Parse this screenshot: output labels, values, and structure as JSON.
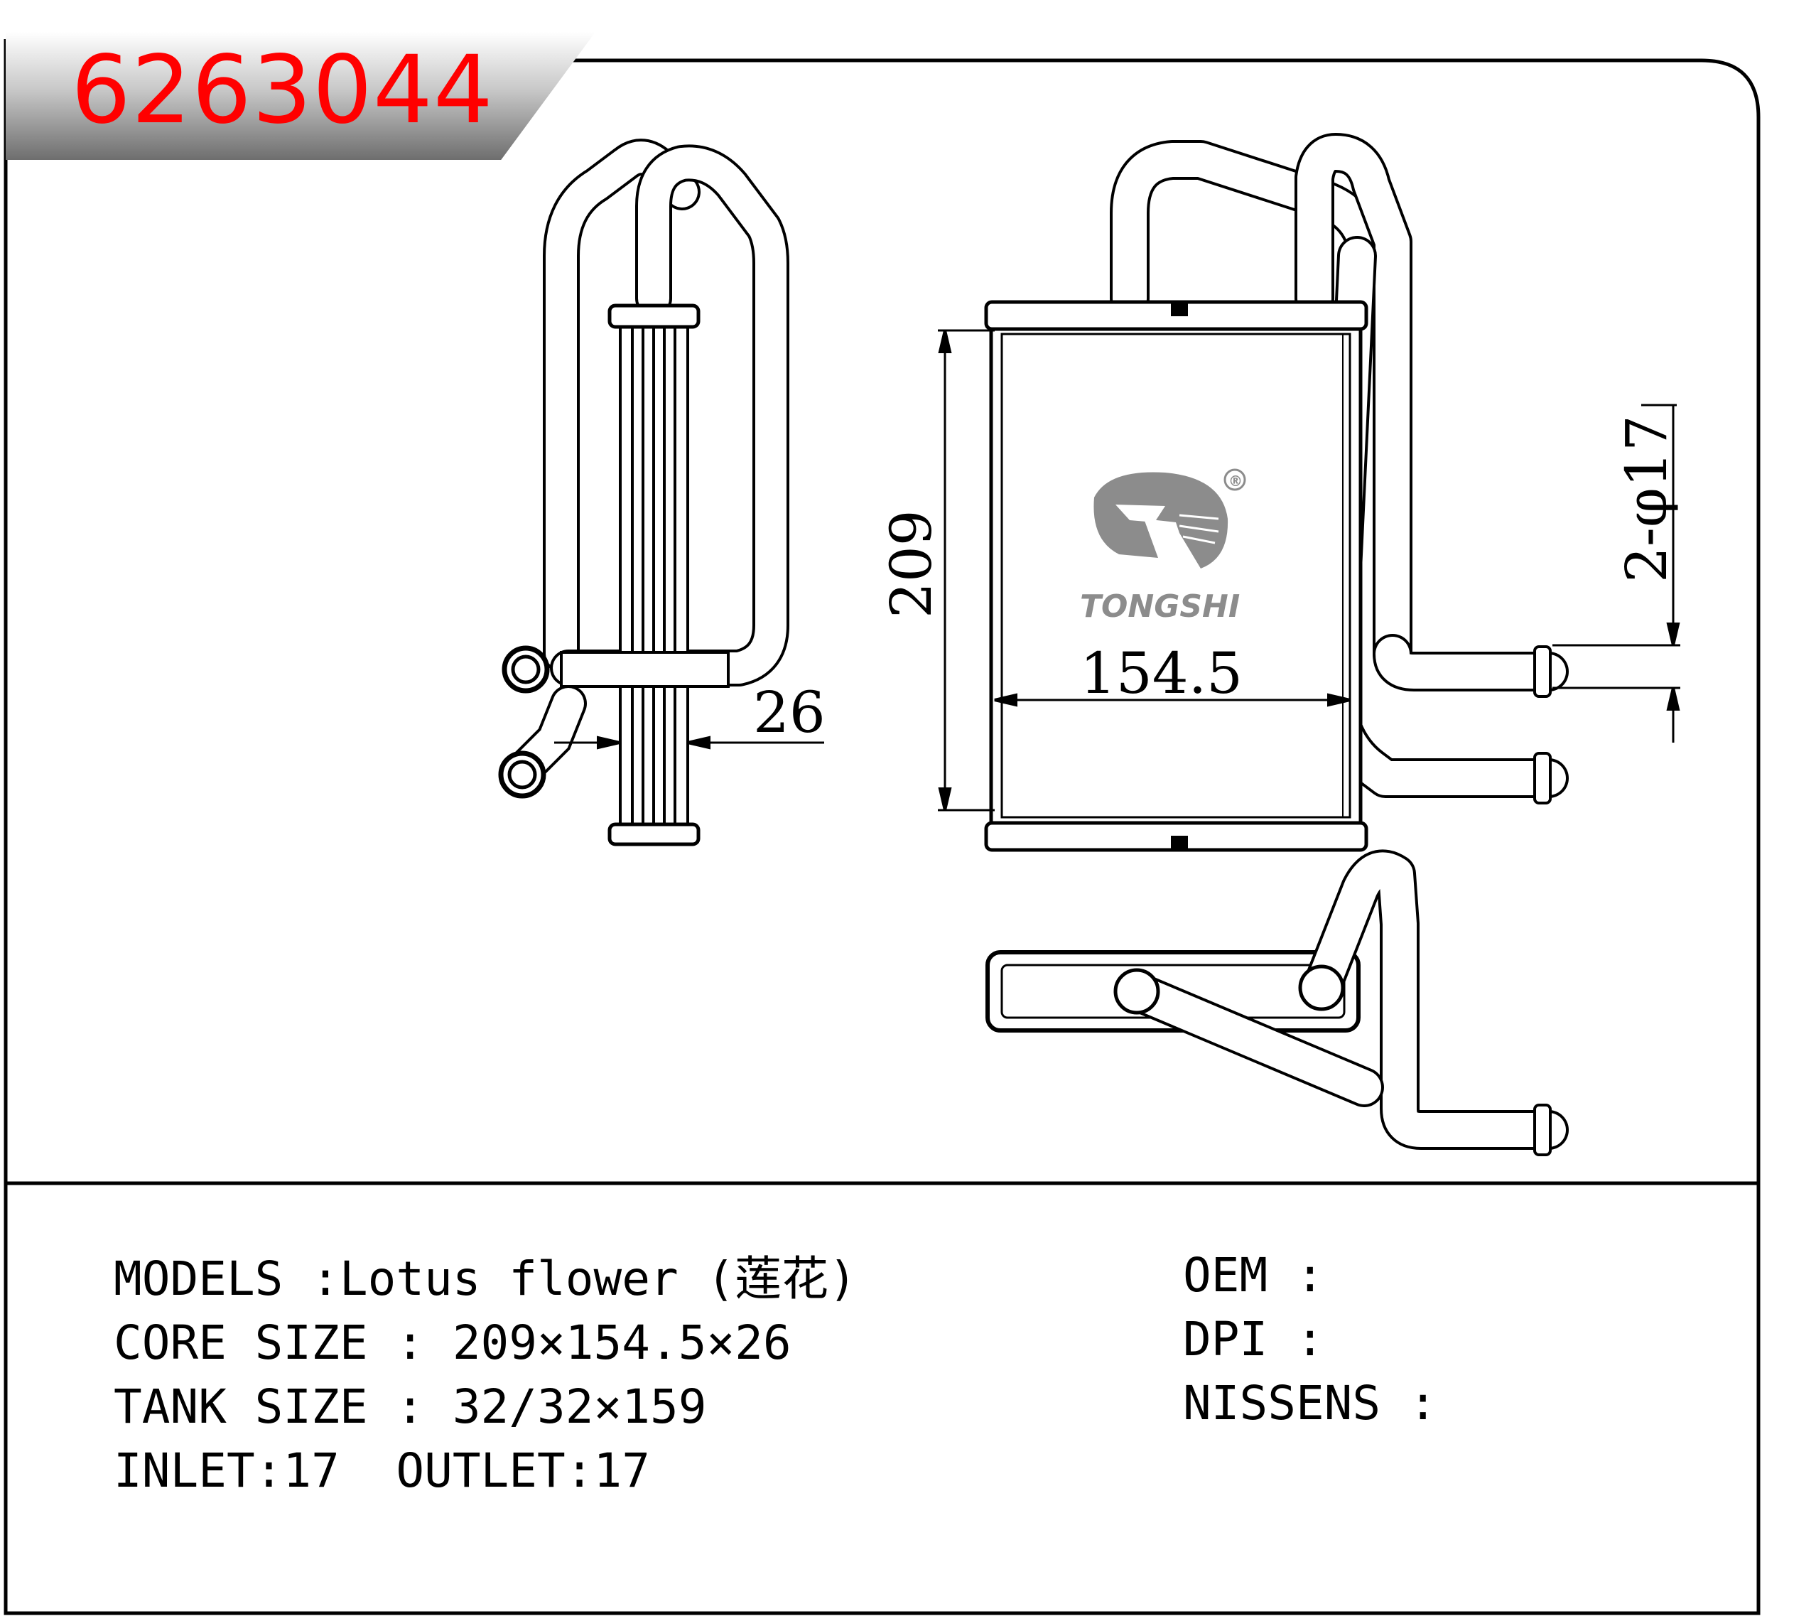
{
  "header": {
    "part_number": "6263044"
  },
  "logo": {
    "brand": "TONGSHI",
    "registered_mark": "®"
  },
  "dimensions": {
    "core_height": "209",
    "core_width": "154.5",
    "core_depth": "26",
    "pipe_diameter": "2-φ17"
  },
  "specs": {
    "models": "MODELS :Lotus flower (莲花)",
    "core_size": "CORE SIZE : 209×154.5×26",
    "tank_size": "TANK SIZE : 32/32×159",
    "inlet_outlet": "INLET:17  OUTLET:17"
  },
  "cross_refs": {
    "oem": "OEM :",
    "dpi": "DPI :",
    "nissens": "NISSENS :"
  },
  "colors": {
    "part_number": "#ff0000",
    "logo": "#8c8c8c",
    "outline": "#000000"
  }
}
